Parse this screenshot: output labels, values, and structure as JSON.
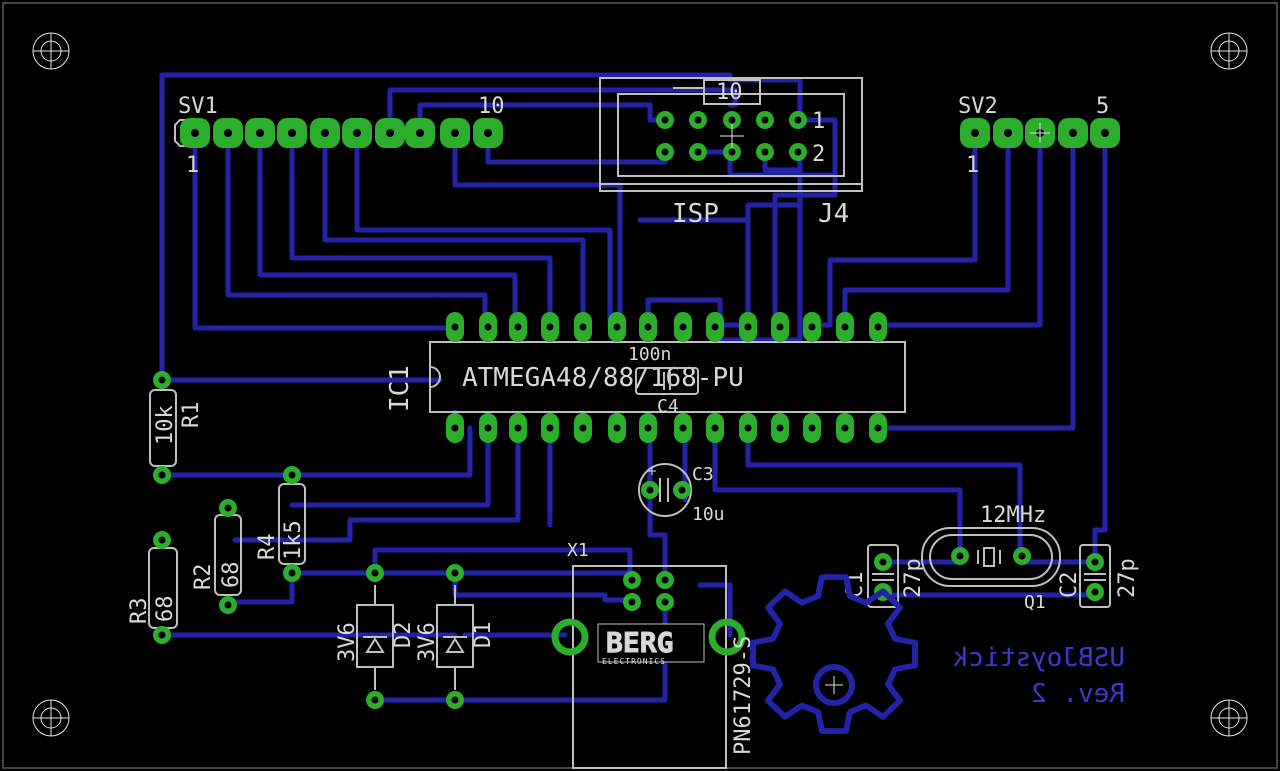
{
  "labels": {
    "sv1": "SV1",
    "sv1_pin1": "1",
    "sv1_pin10": "10",
    "isp": "ISP",
    "j4": "J4",
    "isp_pin10": "10",
    "isp_pin1": "1",
    "isp_pin2": "2",
    "sv2": "SV2",
    "sv2_pin1": "1",
    "sv2_pin5": "5",
    "ic1_name": "IC1",
    "ic1_value": "ATMEGA48/88/168-PU",
    "c4_name": "C4",
    "c4_value": "100n",
    "r1_name": "R1",
    "r1_value": "10k",
    "r2_name": "R2",
    "r2_value": "68",
    "r3_name": "R3",
    "r3_value": "68",
    "r4_name": "R4",
    "r4_value": "1k5",
    "c3_name": "C3",
    "c3_value": "10u",
    "x1_name": "X1",
    "x1_value": "PN61729-S",
    "berg_brand": "BERG",
    "berg_sub": "ELECTRONICS",
    "d1_name": "D1",
    "d1_value": "3V6",
    "d2_name": "D2",
    "d2_value": "3V6",
    "q1_name": "Q1",
    "q1_value": "12MHz",
    "c1_name": "C1",
    "c1_value": "27p",
    "c2_name": "C2",
    "c2_value": "27p",
    "board_title": "USBJoystick",
    "board_rev": "Rev. 2"
  },
  "colors": {
    "background": "#000000",
    "trace": "#2323a8",
    "pad": "#2cae2c",
    "silkscreen": "#d8d8d8",
    "bottom_text": "#3a3acc"
  }
}
